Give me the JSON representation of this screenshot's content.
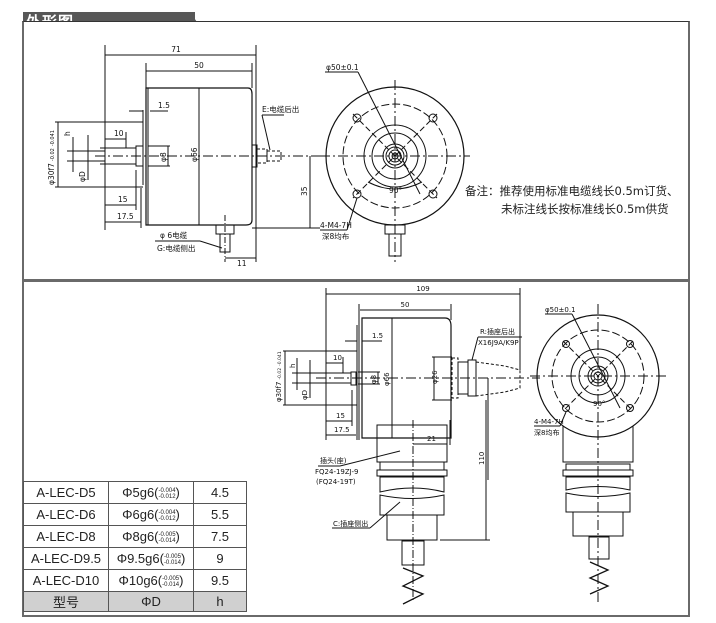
{
  "header": {
    "title": "外形图"
  },
  "top_view": {
    "dims": {
      "overall_length": "71",
      "body_length": "50",
      "flange_thickness": "1.5",
      "shaft_length": "10",
      "hub_length": "15",
      "mount_depth": "17.5",
      "spigot_dia": "φ30f7",
      "spigot_tol_upper": "-0.02",
      "spigot_tol_lower": "-0.041",
      "h_label": "h",
      "d_label": "φD",
      "hub_dia": "φ8",
      "body_dia": "φ66",
      "center_height": "35",
      "cable_offset": "11"
    },
    "labels": {
      "cable_rear": "E:电缆后出",
      "cable_dia": "φ 6电缆",
      "cable_side": "G:电缆侧出",
      "pcd": "φ50±0.1",
      "angle": "90°",
      "holes": "4-M4-7H",
      "holes_depth": "深8均布"
    },
    "note_lines": [
      "备注：推荐使用标准电缆线长0.5m订货、",
      "未标注线长按标准线长0.5m供货"
    ]
  },
  "bottom_view": {
    "dims": {
      "overall_length": "109",
      "body_length": "50",
      "flange_thickness": "1.5",
      "shaft_length": "10",
      "hub_length": "15",
      "mount_depth": "17.5",
      "spigot_dia": "φ30f7",
      "spigot_tol_upper": "-0.02",
      "spigot_tol_lower": "-0.041",
      "h_label": "h",
      "d_label": "φD",
      "hub_dia": "φ8",
      "body_dia": "φ66",
      "connector_dia": "φ26",
      "socket_offset": "21",
      "total_height": "110"
    },
    "labels": {
      "socket_rear": "R:插座后出",
      "socket_rear_model": "X16J9A/K9P",
      "plug_title": "插头(座)",
      "plug_model_1": "FQ24-19ZJ-9",
      "plug_model_2": "(FQ24-19T)",
      "socket_side": "C:插座侧出",
      "pcd": "φ50±0.1",
      "angle": "90°",
      "holes": "4-M4-7H",
      "holes_depth": "深8均布"
    }
  },
  "spec_table": {
    "rows": [
      {
        "model": "A-LEC-D5",
        "d_main": "Φ5g6(",
        "tol_up": "-0.004",
        "tol_low": "-0.012",
        "h": "4.5"
      },
      {
        "model": "A-LEC-D6",
        "d_main": "Φ6g6(",
        "tol_up": "-0.004",
        "tol_low": "-0.012",
        "h": "5.5"
      },
      {
        "model": "A-LEC-D8",
        "d_main": "Φ8g6(",
        "tol_up": "-0.005",
        "tol_low": "-0.014",
        "h": "7.5"
      },
      {
        "model": "A-LEC-D9.5",
        "d_main": "Φ9.5g6(",
        "tol_up": "-0.005",
        "tol_low": "-0.014",
        "h": "9"
      },
      {
        "model": "A-LEC-D10",
        "d_main": "Φ10g6(",
        "tol_up": "-0.005",
        "tol_low": "-0.014",
        "h": "9.5"
      }
    ],
    "header": {
      "model": "型号",
      "d": "ΦD",
      "h": "h"
    },
    "close_paren": ")"
  },
  "colors": {
    "title_bar": "#575757",
    "frame": "#6a6a6a",
    "header_row": "#d0d0d0",
    "line": "#111111"
  }
}
